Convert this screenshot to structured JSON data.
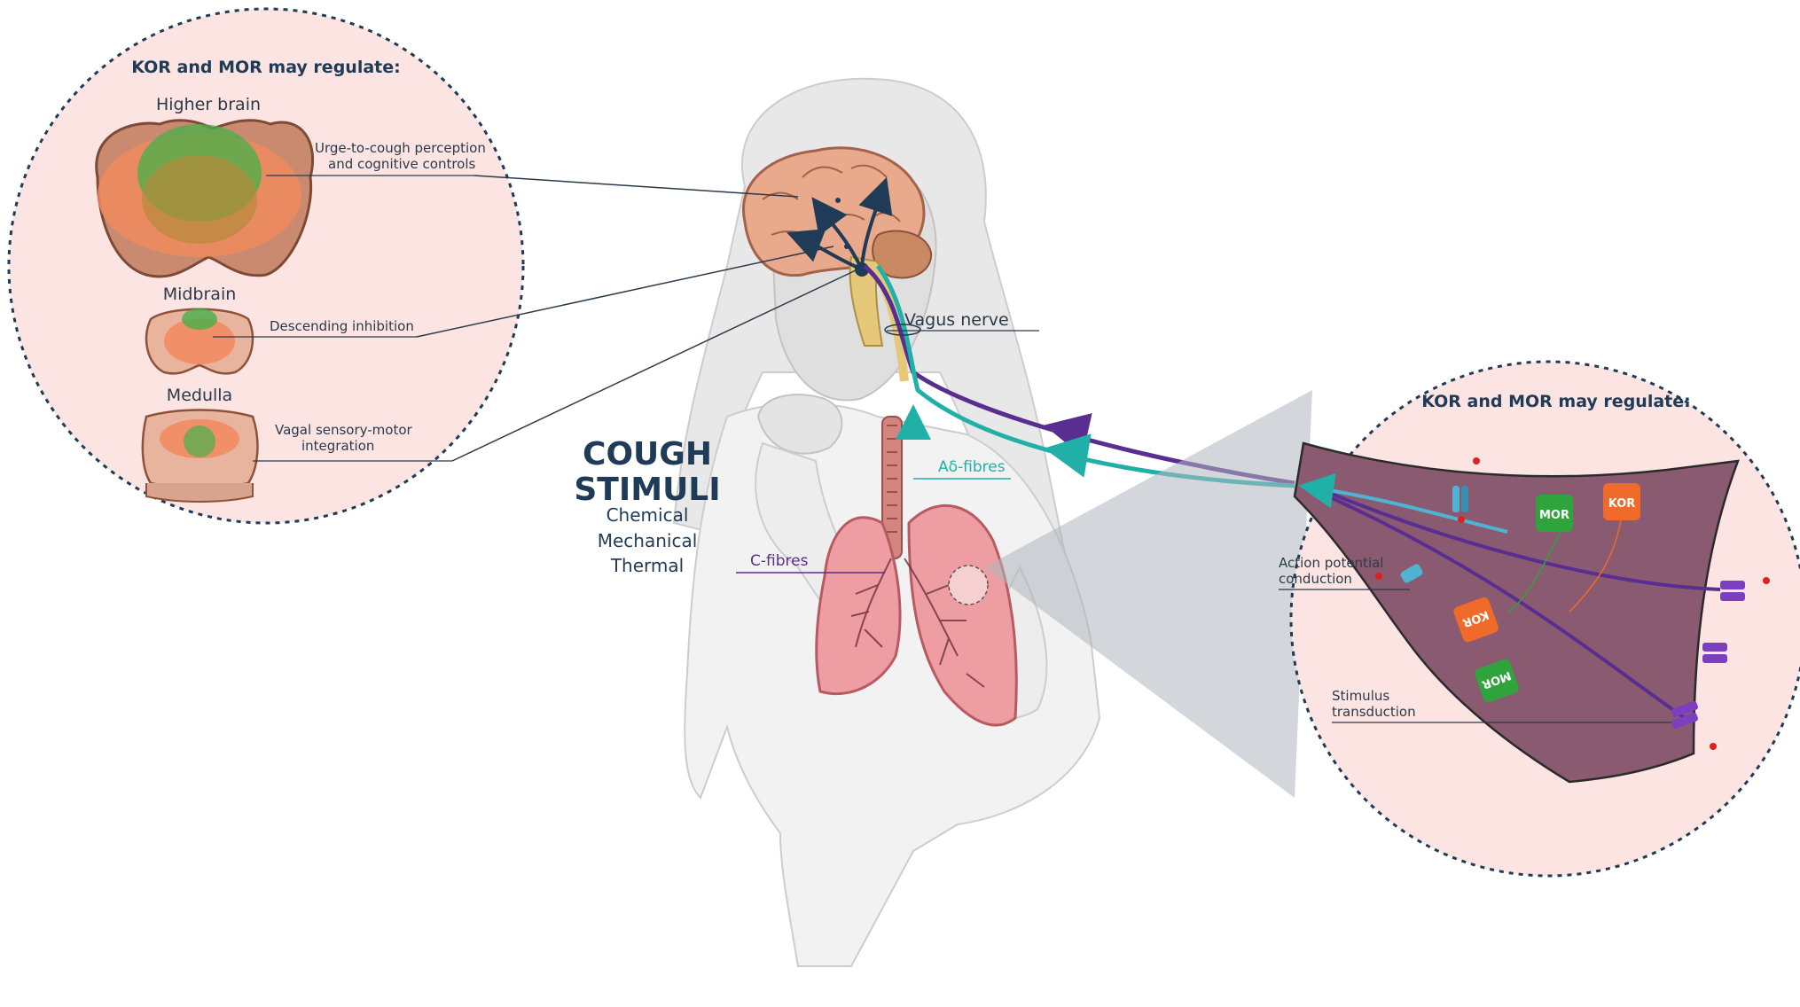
{
  "left_panel": {
    "heading": "KOR and MOR may regulate:",
    "regions": [
      {
        "name": "Higher brain",
        "label_line1": "Urge-to-cough perception",
        "label_line2": "and cognitive controls"
      },
      {
        "name": "Midbrain",
        "label_line1": "Descending inhibition",
        "label_line2": ""
      },
      {
        "name": "Medulla",
        "label_line1": "Vagal sensory-motor",
        "label_line2": "integration"
      }
    ]
  },
  "center": {
    "vagus_label": "Vagus nerve",
    "adelta_label": "Aδ-fibres",
    "cfibres_label": "C-fibres",
    "cough_line1": "COUGH",
    "cough_line2": "STIMULI",
    "stimuli": [
      "Chemical",
      "Mechanical",
      "Thermal"
    ]
  },
  "right_panel": {
    "heading": "KOR and MOR may regulate:",
    "ap_line1": "Action potential",
    "ap_line2": "conduction",
    "st_line1": "Stimulus",
    "st_line2": "transduction",
    "receptor_mor": "MOR",
    "receptor_kor": "KOR"
  },
  "colors": {
    "panel_fill": "#fbe4e1",
    "panel_border": "#1f3b57",
    "c_fibre": "#5a2d91",
    "a_delta_fibre": "#20b0a8",
    "terminal": "#8a5a70",
    "mor_green": "#2fa33c",
    "kor_orange": "#f06a2a",
    "channel_blue": "#4fb3d4",
    "channel_purple": "#7b3fc0"
  }
}
